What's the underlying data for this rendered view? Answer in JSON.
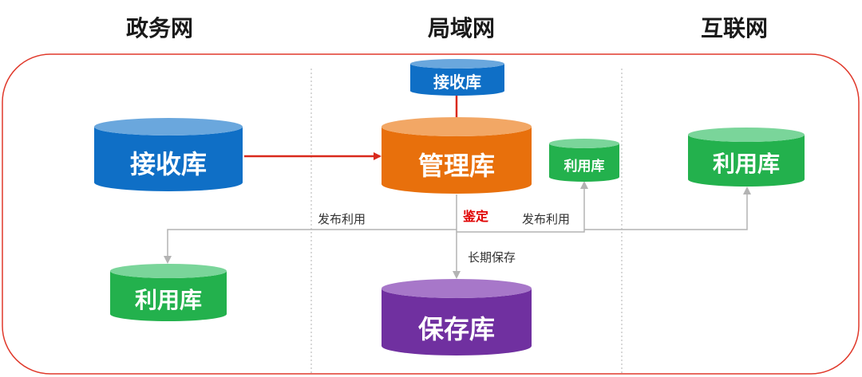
{
  "columns": {
    "gov": "政务网",
    "lan": "局域网",
    "internet": "互联网"
  },
  "databases": {
    "gov_receive": {
      "label": "接收库",
      "color": "#0f6fc6",
      "top_color": "#6aa7dd"
    },
    "lan_receive": {
      "label": "接收库",
      "color": "#0f6fc6",
      "top_color": "#6aa7dd"
    },
    "management": {
      "label": "管理库",
      "color": "#e8700c",
      "top_color": "#f2a765"
    },
    "lan_use": {
      "label": "利用库",
      "color": "#23b14d",
      "top_color": "#7ad59a"
    },
    "internet_use": {
      "label": "利用库",
      "color": "#23b14d",
      "top_color": "#7ad59a"
    },
    "gov_use": {
      "label": "利用库",
      "color": "#23b14d",
      "top_color": "#7ad59a"
    },
    "preservation": {
      "label": "保存库",
      "color": "#7030a0",
      "top_color": "#a777c9"
    }
  },
  "edges": {
    "appraisal": "鉴定",
    "publish_left": "发布利用",
    "publish_right": "发布利用",
    "long_term": "长期保存"
  },
  "colors": {
    "frame": "#e0392b",
    "arrow_red": "#d9291c",
    "arrow_gray": "#b3b3b3",
    "divider": "#b0b0b0"
  }
}
